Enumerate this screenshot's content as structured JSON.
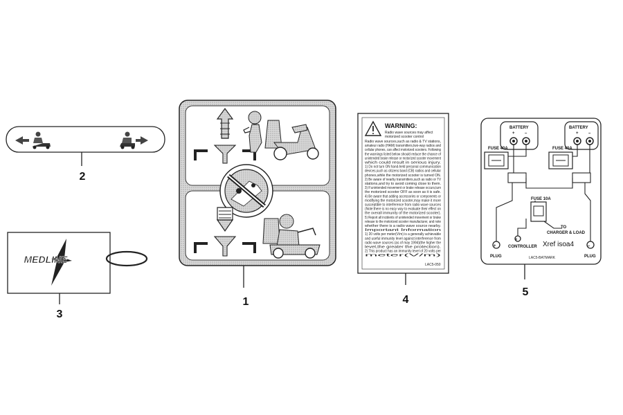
{
  "callouts": {
    "c1": "1",
    "c2": "2",
    "c3": "3",
    "c4": "4",
    "c5": "5"
  },
  "logo_label": {
    "text": "MEDLINE"
  },
  "warning_label": {
    "title": "WARNING:",
    "subtitle_1": "Radio wave sources may affect",
    "subtitle_2": "motorized scooter control",
    "lines": [
      "Radio wave sources,such as radio & TV stations,",
      "amateur radio (HAM) transmitters,two-way radios and",
      "cellular phones, can affect motorized scooters. Following",
      "the warnings listed below should reduce the chance of",
      "unintended brake release or motorized scooter movement",
      "which could result in serious injury.",
      "1) Do not turn ON hand-held personal communication",
      "devices,such as citizens band (CB) radios and cellular",
      "phones,while the motorized scooter is turned ON.",
      "2) Be aware of nearby transmitters,such as radio or TV",
      "stations,and try to avoid coming close to them.",
      "3) If unintended movement or brake release occurs,turn",
      "the motorized scooter OFF as soon as it is safe.",
      "4) Be aware that adding accessories or components or",
      "modifying the motorized scooter,may make it more",
      "susceptible to interference from radio wave sources",
      "(Note:there is no easy way to evaluate their effect on",
      "the overall immunity of the motorized scooter).",
      "5) Report all incidents of unintended movement or brake",
      "release to the motorized scooter manufacturer, and note",
      "whether there is a radio wave source nearby.",
      "Important Information",
      "1) 20 volts per meter(V/m) is a generally achievable",
      "and useful immunity level against interference from",
      "radio wave sources (as of may 1994)(the higher the",
      "level,the greater the protection).",
      "2) This product has an immunity level of 20 volts per",
      "meter(V/m)"
    ],
    "footer_code": "LAC5-050"
  },
  "wiring_label": {
    "battery_left": "BATTERY",
    "battery_right": "BATTERY",
    "plus": "+",
    "minus": "–",
    "fuse_left": "FUSE 40A",
    "fuse_right": "FUSE 40A",
    "fuse_center": "FUSE 10A",
    "to_charger": "TO",
    "to_charger_2": "CHARGER & LOAD",
    "controller": "CONTROLLER",
    "plug_left": "PLUG",
    "plug_right": "PLUG",
    "xref": "Xref  isoa4",
    "code": "LAC5-BATMARK"
  }
}
